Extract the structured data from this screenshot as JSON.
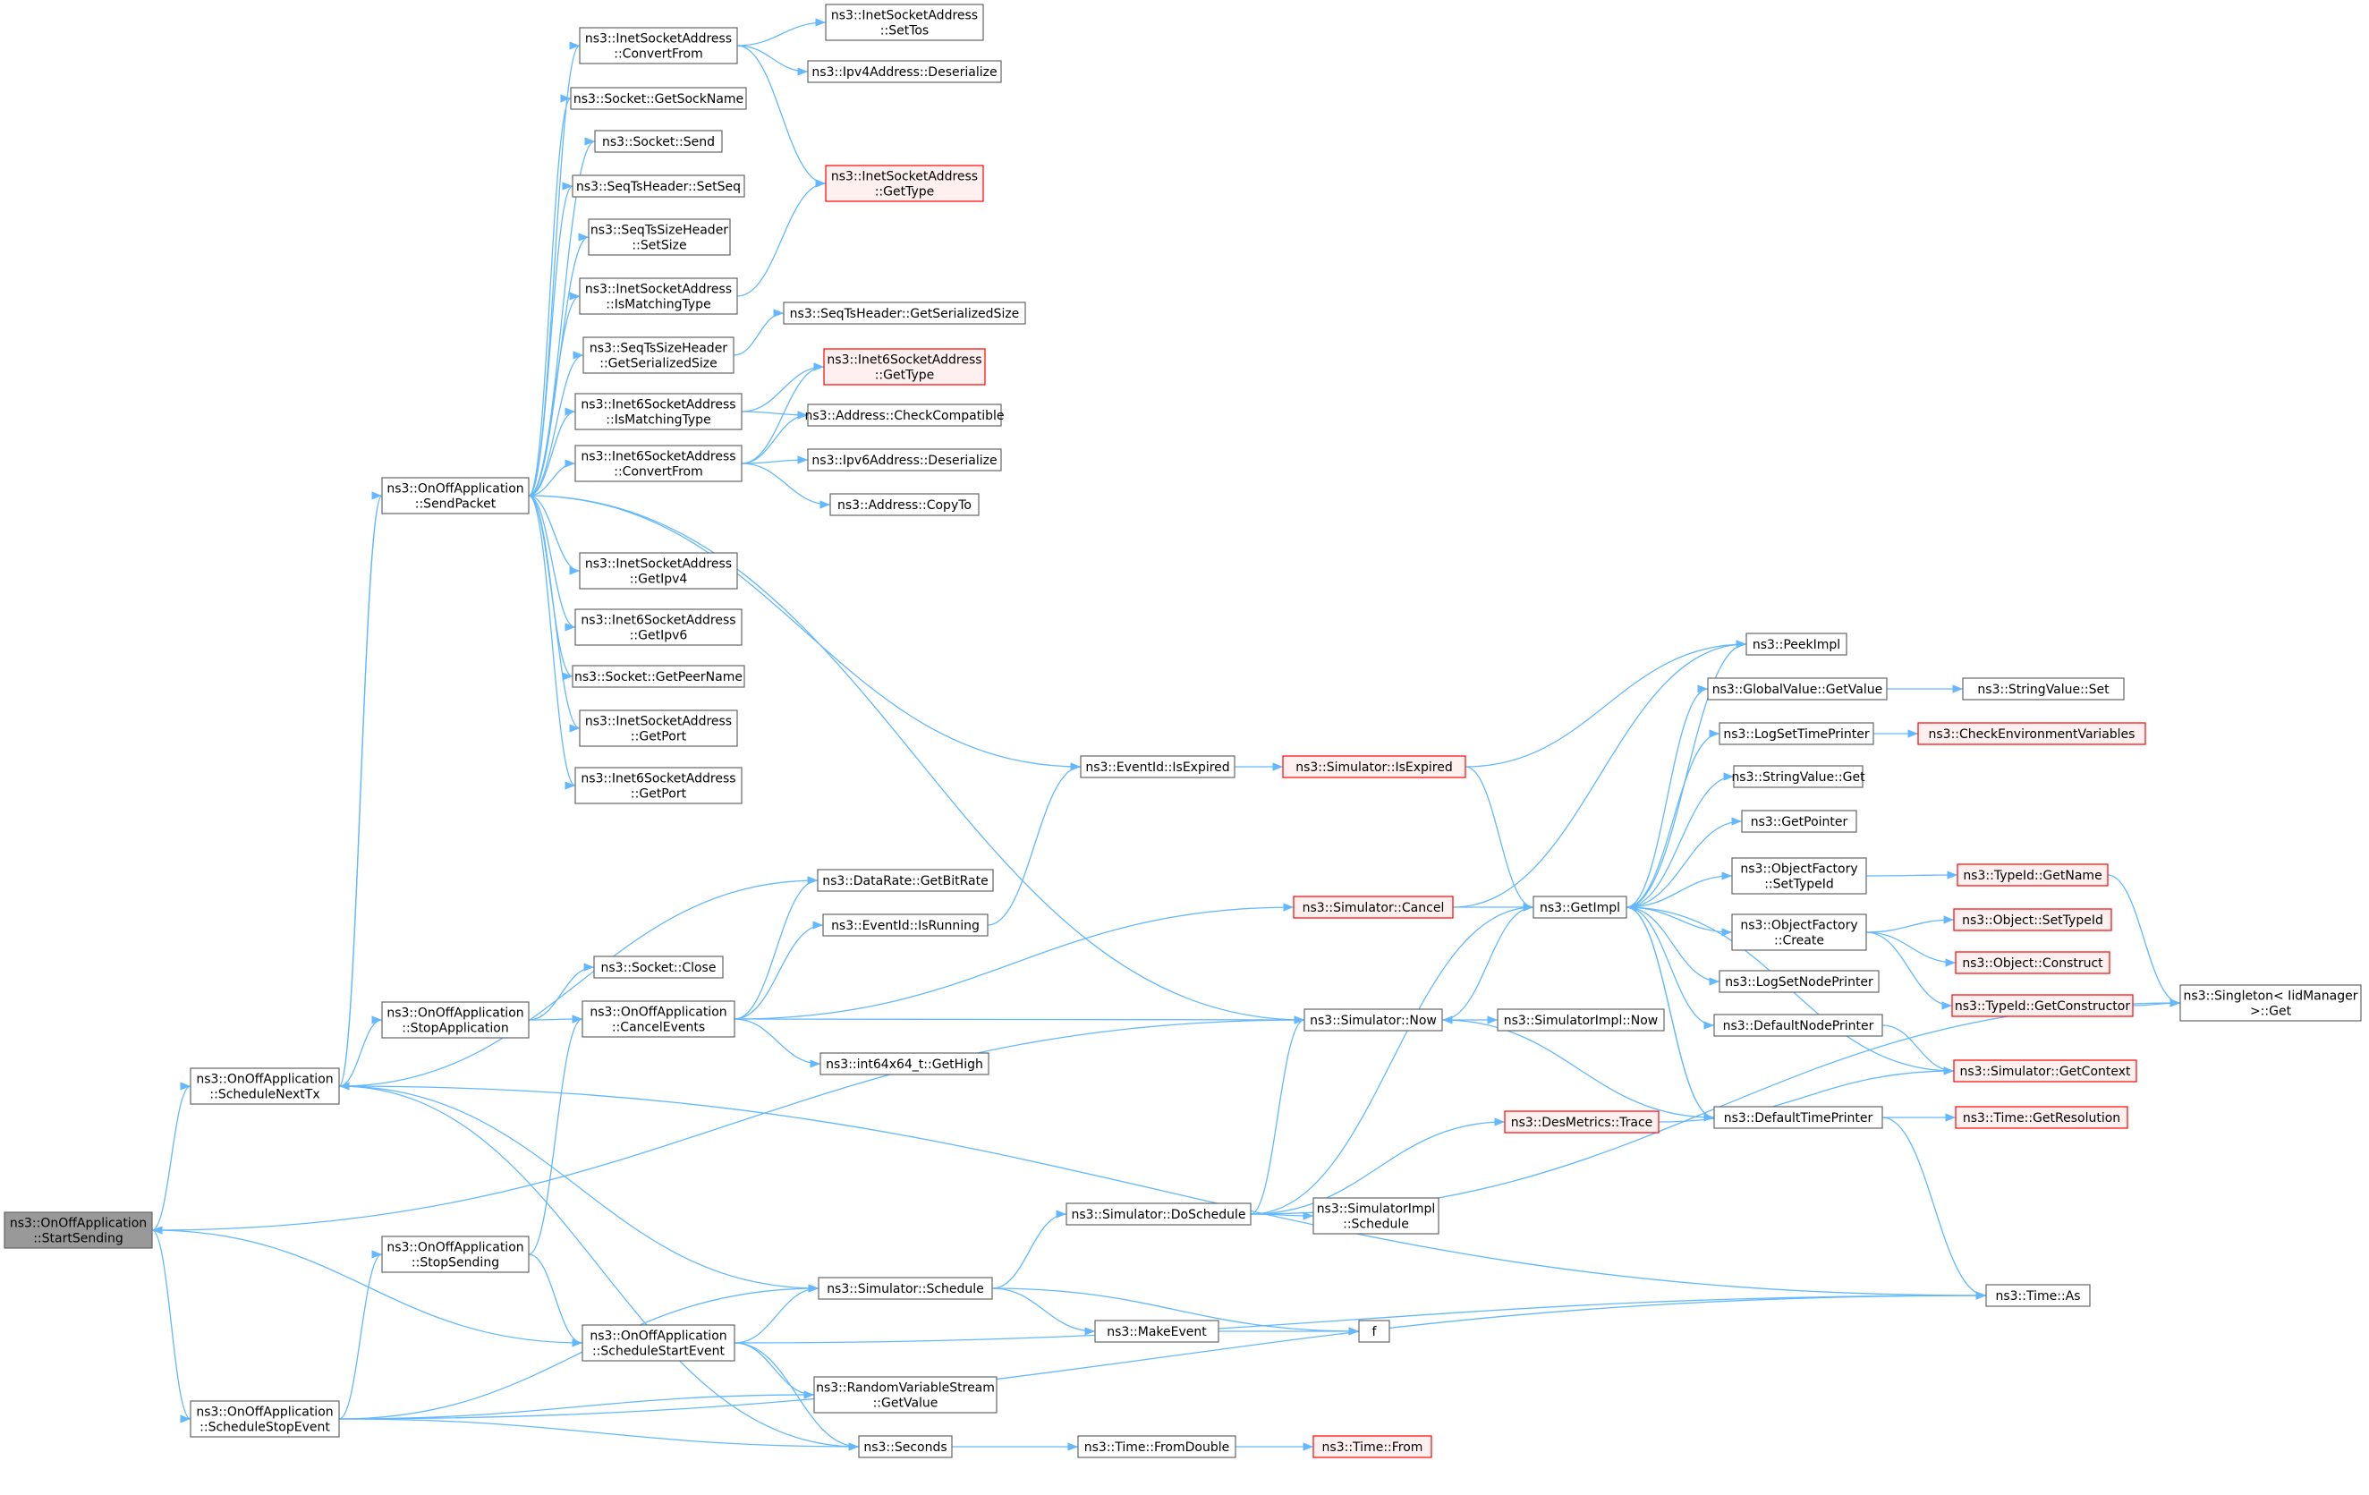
{
  "diagram": {
    "nodes": [
      {
        "id": "startSending",
        "lines": [
          "ns3::OnOffApplication",
          "::StartSending"
        ],
        "style": "root"
      },
      {
        "id": "scheduleNextTx",
        "lines": [
          "ns3::OnOffApplication",
          "::ScheduleNextTx"
        ],
        "style": "normal"
      },
      {
        "id": "scheduleStopEvent",
        "lines": [
          "ns3::OnOffApplication",
          "::ScheduleStopEvent"
        ],
        "style": "normal"
      },
      {
        "id": "sendPacket",
        "lines": [
          "ns3::OnOffApplication",
          "::SendPacket"
        ],
        "style": "normal"
      },
      {
        "id": "stopApplication",
        "lines": [
          "ns3::OnOffApplication",
          "::StopApplication"
        ],
        "style": "normal"
      },
      {
        "id": "stopSending",
        "lines": [
          "ns3::OnOffApplication",
          "::StopSending"
        ],
        "style": "normal"
      },
      {
        "id": "scheduleStartEvent",
        "lines": [
          "ns3::OnOffApplication",
          "::ScheduleStartEvent"
        ],
        "style": "normal"
      },
      {
        "id": "inetConvertFrom",
        "lines": [
          "ns3::InetSocketAddress",
          "::ConvertFrom"
        ],
        "style": "normal"
      },
      {
        "id": "getSockName",
        "lines": [
          "ns3::Socket::GetSockName"
        ],
        "style": "normal"
      },
      {
        "id": "socketSend",
        "lines": [
          "ns3::Socket::Send"
        ],
        "style": "normal"
      },
      {
        "id": "seqTsSetSeq",
        "lines": [
          "ns3::SeqTsHeader::SetSeq"
        ],
        "style": "normal"
      },
      {
        "id": "seqTsSizeSetSize",
        "lines": [
          "ns3::SeqTsSizeHeader",
          "::SetSize"
        ],
        "style": "normal"
      },
      {
        "id": "inetIsMatching",
        "lines": [
          "ns3::InetSocketAddress",
          "::IsMatchingType"
        ],
        "style": "normal"
      },
      {
        "id": "seqTsSizeGetSer",
        "lines": [
          "ns3::SeqTsSizeHeader",
          "::GetSerializedSize"
        ],
        "style": "normal"
      },
      {
        "id": "inet6IsMatching",
        "lines": [
          "ns3::Inet6SocketAddress",
          "::IsMatchingType"
        ],
        "style": "normal"
      },
      {
        "id": "inet6ConvertFrom",
        "lines": [
          "ns3::Inet6SocketAddress",
          "::ConvertFrom"
        ],
        "style": "normal"
      },
      {
        "id": "inetGetIpv4",
        "lines": [
          "ns3::InetSocketAddress",
          "::GetIpv4"
        ],
        "style": "normal"
      },
      {
        "id": "inet6GetIpv6",
        "lines": [
          "ns3::Inet6SocketAddress",
          "::GetIpv6"
        ],
        "style": "normal"
      },
      {
        "id": "getPeerName",
        "lines": [
          "ns3::Socket::GetPeerName"
        ],
        "style": "normal"
      },
      {
        "id": "inetGetPort",
        "lines": [
          "ns3::InetSocketAddress",
          "::GetPort"
        ],
        "style": "normal"
      },
      {
        "id": "inet6GetPort",
        "lines": [
          "ns3::Inet6SocketAddress",
          "::GetPort"
        ],
        "style": "normal"
      },
      {
        "id": "inetSetTos",
        "lines": [
          "ns3::InetSocketAddress",
          "::SetTos"
        ],
        "style": "normal"
      },
      {
        "id": "ipv4Deserialize",
        "lines": [
          "ns3::Ipv4Address::Deserialize"
        ],
        "style": "normal"
      },
      {
        "id": "inetGetType",
        "lines": [
          "ns3::InetSocketAddress",
          "::GetType"
        ],
        "style": "red"
      },
      {
        "id": "seqTsGetSer",
        "lines": [
          "ns3::SeqTsHeader::GetSerializedSize"
        ],
        "style": "normal"
      },
      {
        "id": "inet6GetType",
        "lines": [
          "ns3::Inet6SocketAddress",
          "::GetType"
        ],
        "style": "red"
      },
      {
        "id": "checkCompatible",
        "lines": [
          "ns3::Address::CheckCompatible"
        ],
        "style": "normal"
      },
      {
        "id": "ipv6Deserialize",
        "lines": [
          "ns3::Ipv6Address::Deserialize"
        ],
        "style": "normal"
      },
      {
        "id": "copyTo",
        "lines": [
          "ns3::Address::CopyTo"
        ],
        "style": "normal"
      },
      {
        "id": "eventIsExpired",
        "lines": [
          "ns3::EventId::IsExpired"
        ],
        "style": "normal"
      },
      {
        "id": "dataRateGetBitRate",
        "lines": [
          "ns3::DataRate::GetBitRate"
        ],
        "style": "normal"
      },
      {
        "id": "eventIsRunning",
        "lines": [
          "ns3::EventId::IsRunning"
        ],
        "style": "normal"
      },
      {
        "id": "socketClose",
        "lines": [
          "ns3::Socket::Close"
        ],
        "style": "normal"
      },
      {
        "id": "cancelEvents",
        "lines": [
          "ns3::OnOffApplication",
          "::CancelEvents"
        ],
        "style": "normal"
      },
      {
        "id": "int64GetHigh",
        "lines": [
          "ns3::int64x64_t::GetHigh"
        ],
        "style": "normal"
      },
      {
        "id": "simSchedule",
        "lines": [
          "ns3::Simulator::Schedule"
        ],
        "style": "normal"
      },
      {
        "id": "makeEvent",
        "lines": [
          "ns3::MakeEvent"
        ],
        "style": "normal"
      },
      {
        "id": "randGetValue",
        "lines": [
          "ns3::RandomVariableStream",
          "::GetValue"
        ],
        "style": "normal"
      },
      {
        "id": "seconds",
        "lines": [
          "ns3::Seconds"
        ],
        "style": "normal"
      },
      {
        "id": "timeFromDouble",
        "lines": [
          "ns3::Time::FromDouble"
        ],
        "style": "normal"
      },
      {
        "id": "timeFrom",
        "lines": [
          "ns3::Time::From"
        ],
        "style": "red"
      },
      {
        "id": "simIsExpired",
        "lines": [
          "ns3::Simulator::IsExpired"
        ],
        "style": "red"
      },
      {
        "id": "simCancel",
        "lines": [
          "ns3::Simulator::Cancel"
        ],
        "style": "red"
      },
      {
        "id": "simNow",
        "lines": [
          "ns3::Simulator::Now"
        ],
        "style": "normal"
      },
      {
        "id": "simImplNow",
        "lines": [
          "ns3::SimulatorImpl::Now"
        ],
        "style": "normal"
      },
      {
        "id": "simDoSchedule",
        "lines": [
          "ns3::Simulator::DoSchedule"
        ],
        "style": "normal"
      },
      {
        "id": "simImplSchedule",
        "lines": [
          "ns3::SimulatorImpl",
          "::Schedule"
        ],
        "style": "normal"
      },
      {
        "id": "f",
        "lines": [
          "f"
        ],
        "style": "normal"
      },
      {
        "id": "getImpl",
        "lines": [
          "ns3::GetImpl"
        ],
        "style": "normal"
      },
      {
        "id": "desMetricsTrace",
        "lines": [
          "ns3::DesMetrics::Trace"
        ],
        "style": "red"
      },
      {
        "id": "peekImpl",
        "lines": [
          "ns3::PeekImpl"
        ],
        "style": "normal"
      },
      {
        "id": "globalGetValue",
        "lines": [
          "ns3::GlobalValue::GetValue"
        ],
        "style": "normal"
      },
      {
        "id": "logSetTimePrinter",
        "lines": [
          "ns3::LogSetTimePrinter"
        ],
        "style": "normal"
      },
      {
        "id": "stringValueGet",
        "lines": [
          "ns3::StringValue::Get"
        ],
        "style": "normal"
      },
      {
        "id": "getPointer",
        "lines": [
          "ns3::GetPointer"
        ],
        "style": "normal"
      },
      {
        "id": "ofSetTypeId",
        "lines": [
          "ns3::ObjectFactory",
          "::SetTypeId"
        ],
        "style": "normal"
      },
      {
        "id": "ofCreate",
        "lines": [
          "ns3::ObjectFactory",
          "::Create"
        ],
        "style": "normal"
      },
      {
        "id": "logSetNodePrinter",
        "lines": [
          "ns3::LogSetNodePrinter"
        ],
        "style": "normal"
      },
      {
        "id": "defaultNodePrinter",
        "lines": [
          "ns3::DefaultNodePrinter"
        ],
        "style": "normal"
      },
      {
        "id": "defaultTimePrinter",
        "lines": [
          "ns3::DefaultTimePrinter"
        ],
        "style": "normal"
      },
      {
        "id": "timeAs",
        "lines": [
          "ns3::Time::As"
        ],
        "style": "normal"
      },
      {
        "id": "stringValueSet",
        "lines": [
          "ns3::StringValue::Set"
        ],
        "style": "normal"
      },
      {
        "id": "checkEnvVars",
        "lines": [
          "ns3::CheckEnvironmentVariables"
        ],
        "style": "red"
      },
      {
        "id": "typeIdGetName",
        "lines": [
          "ns3::TypeId::GetName"
        ],
        "style": "red"
      },
      {
        "id": "objectSetTypeId",
        "lines": [
          "ns3::Object::SetTypeId"
        ],
        "style": "red"
      },
      {
        "id": "objectConstruct",
        "lines": [
          "ns3::Object::Construct"
        ],
        "style": "red"
      },
      {
        "id": "typeIdGetConstructor",
        "lines": [
          "ns3::TypeId::GetConstructor"
        ],
        "style": "red"
      },
      {
        "id": "simGetContext",
        "lines": [
          "ns3::Simulator::GetContext"
        ],
        "style": "red"
      },
      {
        "id": "timeGetResolution",
        "lines": [
          "ns3::Time::GetResolution"
        ],
        "style": "red"
      },
      {
        "id": "singletonGet",
        "lines": [
          "ns3::Singleton< IidManager",
          " >::Get"
        ],
        "style": "normal"
      }
    ]
  }
}
